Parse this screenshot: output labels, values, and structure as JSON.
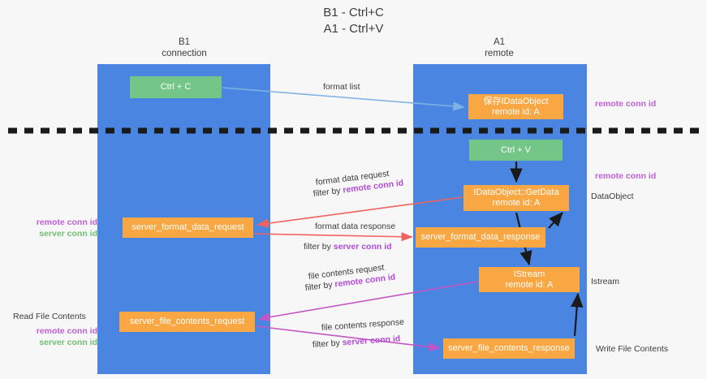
{
  "title": {
    "line1": "B1 - Ctrl+C",
    "line2": "A1 - Ctrl+V"
  },
  "columns": [
    {
      "id": "b1",
      "name": "B1",
      "sub": "connection",
      "color": "#4a86e1"
    },
    {
      "id": "a1",
      "name": "A1",
      "sub": "remote",
      "color": "#4a86e1"
    }
  ],
  "nodes": {
    "ctrl_c": {
      "line1": "Ctrl + C",
      "line2": "",
      "color": "#73c687"
    },
    "dataobject": {
      "line1": "保存IDataObject",
      "line2": "remote id: A",
      "color": "#f9a743"
    },
    "ctrl_v": {
      "line1": "Ctrl + V",
      "line2": "",
      "color": "#73c687"
    },
    "getdata": {
      "line1": "IDataObject::GetData",
      "line2": "remote id: A",
      "color": "#f9a743"
    },
    "format_data_request": {
      "line1": "server_format_data_request",
      "line2": "",
      "color": "#f9a743"
    },
    "format_data_response": {
      "line1": "server_format_data_response",
      "line2": "",
      "color": "#f9a743"
    },
    "istream": {
      "line1": "IStream",
      "line2": "remote id: A",
      "color": "#f9a743"
    },
    "file_contents_request": {
      "line1": "server_file_contents_request",
      "line2": "",
      "color": "#f9a743"
    },
    "file_contents_response": {
      "line1": "server_file_contents_response",
      "line2": "",
      "color": "#f9a743"
    }
  },
  "edge_labels": {
    "format_list": "format list",
    "format_data_request": "format data request",
    "format_data_request_filter_prefix": "filter by ",
    "format_data_request_filter_key": "remote conn id",
    "format_data_response": "format data response",
    "format_data_response_filter_prefix": "filter by ",
    "format_data_response_filter_key": "server conn id",
    "file_contents_request": "file contents request",
    "file_contents_request_filter_prefix": "filter by ",
    "file_contents_request_filter_key": "remote conn id",
    "file_contents_response": "file contents response",
    "file_contents_response_filter_prefix": "filter by ",
    "file_contents_response_filter_key": "server conn id"
  },
  "side_labels": {
    "right_remote_top": "remote conn id",
    "right_remote_mid": "remote conn id",
    "right_dataobject": "DataObject",
    "right_istream": "Istream",
    "right_write_file": "Write File Contents",
    "left_remote": "remote conn id",
    "left_server": "server conn id",
    "left_read_file": "Read File Contents",
    "left_remote_2": "remote conn id",
    "left_server_2": "server conn id"
  },
  "colors": {
    "panel_blue": "#4a86e1",
    "node_orange": "#f9a743",
    "node_green": "#73c687",
    "arrow_lightblue": "#7fb2e5",
    "arrow_red": "#f1625f",
    "arrow_magenta": "#c455c4",
    "arrow_black": "#1a1a1a",
    "key_remote": "#c05fd8",
    "key_server": "#6fbf73",
    "divider_dashed": "#1a1a1a",
    "background": "#f7f7f7"
  }
}
